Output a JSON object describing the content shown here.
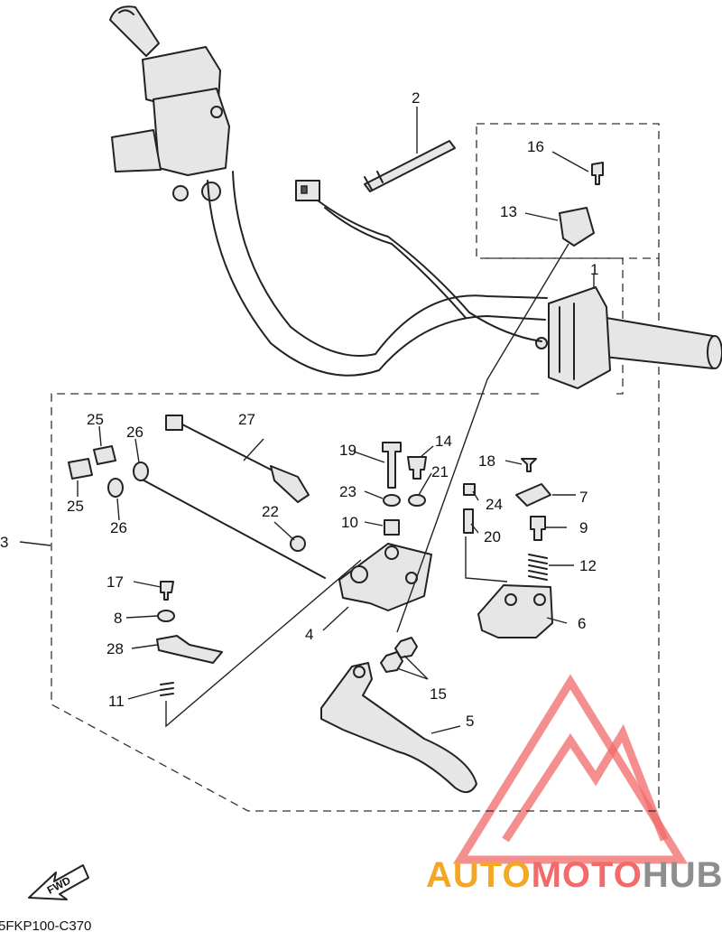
{
  "diagram": {
    "callouts": [
      "1",
      "2",
      "3",
      "4",
      "5",
      "6",
      "7",
      "8",
      "9",
      "10",
      "11",
      "12",
      "13",
      "14",
      "15",
      "16",
      "17",
      "18",
      "19",
      "20",
      "21",
      "22",
      "23",
      "24",
      "25",
      "25",
      "26",
      "26",
      "27",
      "28"
    ],
    "diagram_code": "5FKP100-C370",
    "fwd_label": "FWD"
  },
  "watermark": {
    "brand_part1": "AUTO",
    "brand_part2": "MOTO",
    "brand_part3": "HUB",
    "color_orange": "#f5a623",
    "color_red": "#f26a6a",
    "color_dark": "#9e9e9e"
  }
}
